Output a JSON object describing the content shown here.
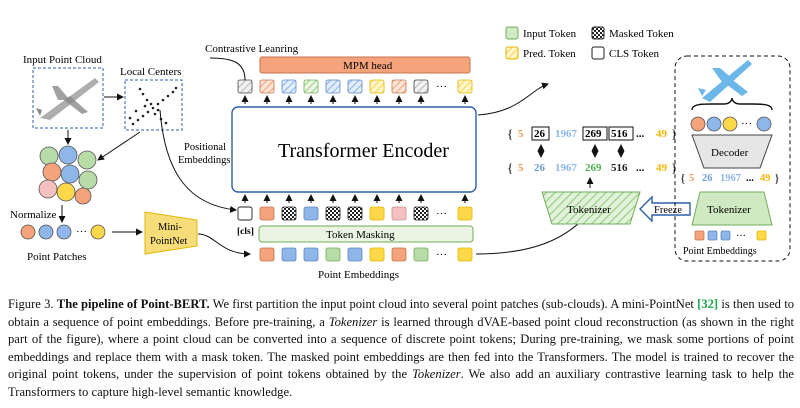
{
  "legend": {
    "input_token": "Input Token",
    "masked_token": "Masked Token",
    "pred_token": "Pred. Token",
    "cls_token": "CLS Token"
  },
  "labels": {
    "contrastive": "Contrastive Leanring",
    "mpm_head": "MPM head",
    "input_point_cloud": "Input Point Cloud",
    "local_centers": "Local Centers",
    "positional_embeddings_1": "Positional",
    "positional_embeddings_2": "Embeddings",
    "transformer_encoder": "Transformer Encoder",
    "normalize": "Normalize",
    "mini_pointnet_1": "Mini-",
    "mini_pointnet_2": "PointNet",
    "point_patches": "Point Patches",
    "cls": "[cls]",
    "token_masking": "Token Masking",
    "point_embeddings": "Point Embeddings",
    "tokenizer": "Tokenizer",
    "freeze": "Freeze",
    "decoder": "Decoder",
    "tokenizer_right": "Tokenizer",
    "point_embeddings_right": "Point Embeddings",
    "ellipsis": "···"
  },
  "token_sequences": {
    "top_open": "{",
    "top": [
      "5",
      "26",
      "1967",
      "269",
      "516",
      "...",
      "49"
    ],
    "top_close": "}",
    "bottom": [
      "5",
      "26",
      "1967",
      "269",
      "516",
      "...",
      "49"
    ],
    "decoder_input": [
      "5",
      "26",
      "1967",
      "...",
      "49"
    ]
  },
  "colors": {
    "orange": "#f4a37a",
    "blue": "#8fb6e8",
    "green": "#b8dca8",
    "yellow": "#ffd84a",
    "pink": "#f5c0c0",
    "mpm_head": "#f4a37a",
    "mini_pointnet": "#f7dd7a",
    "tokenizer_fill": "#cfe9c2",
    "freeze_arrow": "#2f5fa8",
    "token_orange_text": "#f29b55",
    "token_blue_text": "#6f9bd6",
    "token_green_text": "#4fae4f",
    "token_yellow_text": "#f5b800"
  },
  "caption": {
    "prefix": "Figure 3.",
    "title": "The pipeline of Point-BERT.",
    "part1": " We first partition the input point cloud into several point patches (sub-clouds). A mini-PointNet ",
    "ref": "[32]",
    "part2": " is then used to obtain a sequence of point embeddings. Before pre-training, a ",
    "tokenizer_italic": "Tokenizer",
    "part3": " is learned through dVAE-based point cloud reconstruction (as shown in the right part of the figure), where a point cloud can be converted into a sequence of discrete point tokens; During pre-training, we mask some portions of point embeddings and replace them with a mask token. The masked point embeddings are then fed into the Transformers. The model is trained to recover the original point tokens, under the supervision of point tokens obtained by the ",
    "tokenizer_italic_2": "Tokenizer",
    "part4": ". We also add an auxiliary contrastive learning task to help the Transformers to capture high-level semantic knowledge."
  }
}
